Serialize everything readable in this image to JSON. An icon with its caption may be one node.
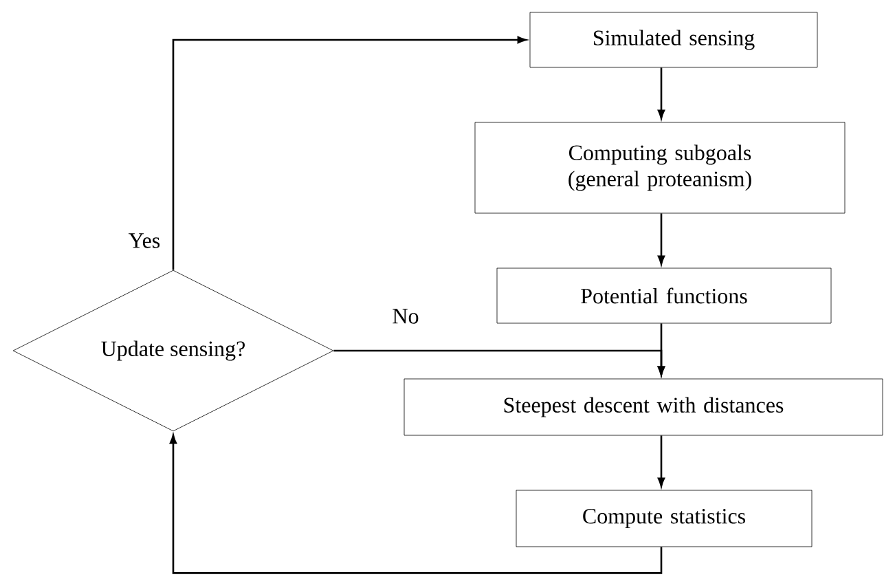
{
  "diagram": {
    "nodes": [
      {
        "text": [
          "Simulated sensing"
        ]
      },
      {
        "text": [
          "Computing subgoals (general proteanism)"
        ]
      },
      {
        "text": [
          "Potential functions"
        ]
      },
      {
        "text": [
          "Steepest descent with distances"
        ]
      },
      {
        "text": [
          "Compute statistics"
        ]
      },
      {
        "text": [
          "Update sensing?"
        ]
      }
    ],
    "edges": [
      {
        "from": 0,
        "to": 1,
        "arrow": "to"
      },
      {
        "from": 1,
        "to": 2,
        "arrow": "to"
      },
      {
        "from": 2,
        "to": 3,
        "arrow": "to"
      },
      {
        "from": 3,
        "to": 4,
        "arrow": "to"
      },
      {
        "from": 4,
        "to": 5,
        "arrow": "to"
      },
      {
        "from": 5,
        "to": 0,
        "arrow": "to",
        "label": "Yes"
      },
      {
        "from": 5,
        "to": 3,
        "arrow": "to",
        "label": "No"
      }
    ]
  }
}
